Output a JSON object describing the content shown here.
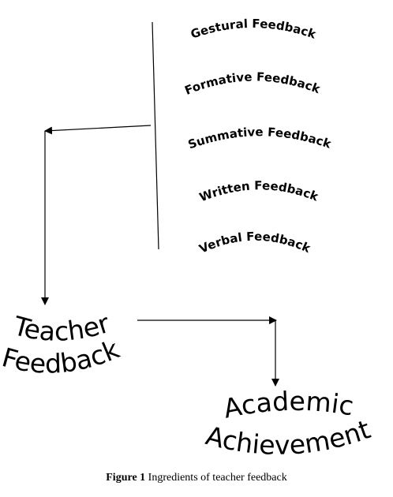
{
  "feedback_types": [
    "Gestural Feedback",
    "Formative Feedback",
    "Summative Feedback",
    "Written Feedback",
    "Verbal Feedback"
  ],
  "teacher_feedback": {
    "line1": "Teacher",
    "line2": "Feedback"
  },
  "academic_achievement": {
    "line1": "Academic",
    "line2": "Achievement"
  },
  "caption": {
    "label": "Figure 1",
    "text": " Ingredients of teacher feedback"
  }
}
